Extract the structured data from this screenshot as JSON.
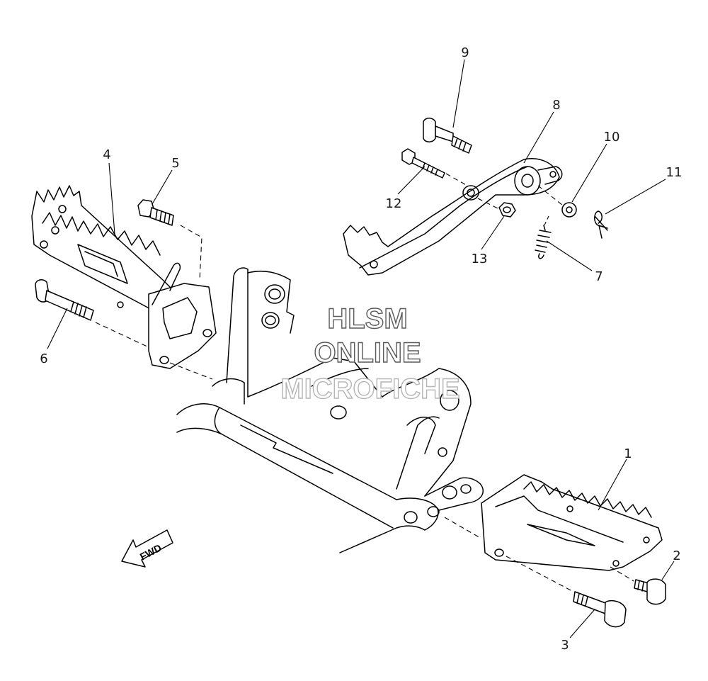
{
  "callouts": [
    {
      "id": "1",
      "label": "1"
    },
    {
      "id": "2",
      "label": "2"
    },
    {
      "id": "3",
      "label": "3"
    },
    {
      "id": "4",
      "label": "4"
    },
    {
      "id": "5",
      "label": "5"
    },
    {
      "id": "6",
      "label": "6"
    },
    {
      "id": "7",
      "label": "7"
    },
    {
      "id": "8",
      "label": "8"
    },
    {
      "id": "9",
      "label": "9"
    },
    {
      "id": "10",
      "label": "10"
    },
    {
      "id": "11",
      "label": "11"
    },
    {
      "id": "12",
      "label": "12"
    },
    {
      "id": "13",
      "label": "13"
    }
  ],
  "direction_arrow": {
    "label": "FWD"
  },
  "watermark": {
    "line1": "HLSM",
    "line2": "ONLINE",
    "line3": "MICROFICHE"
  }
}
